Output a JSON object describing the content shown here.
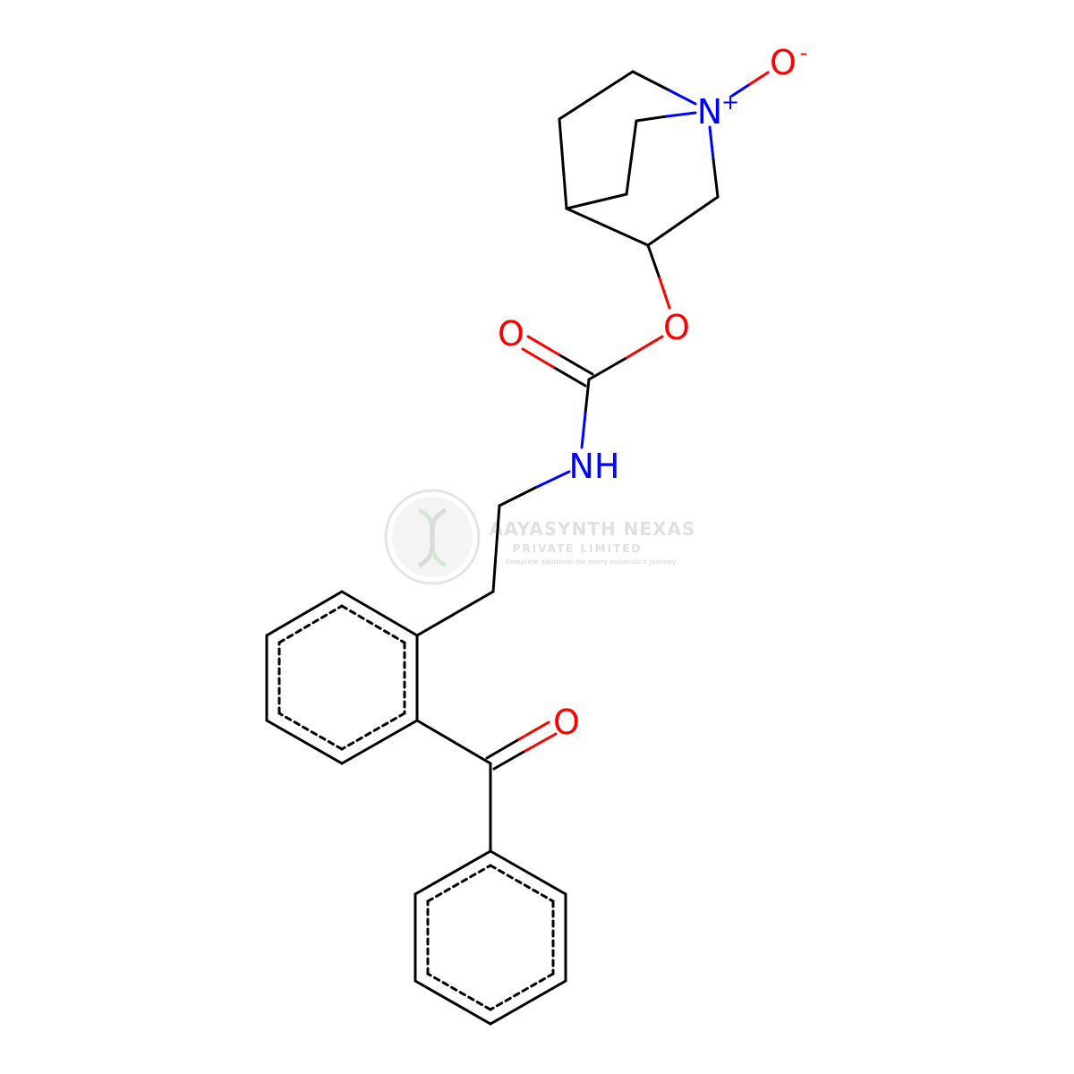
{
  "molecule": {
    "atom_labels": {
      "n_oxide": "N",
      "n_oxide_charge": "+",
      "o_oxide": "O",
      "o_oxide_charge": "-",
      "ester_o": "O",
      "carbamate_carbonyl_o": "O",
      "amide_nh": "NH",
      "ketone_o": "O"
    },
    "colors": {
      "carbon_bond": "#000000",
      "nitrogen": "#0000ff",
      "oxygen": "#ff0000"
    }
  },
  "watermark": {
    "company": "AAYASYNTH NEXAS",
    "subtitle": "PRIVATE LIMITED",
    "tagline": "Complete solutions for every molecule's journey",
    "color": "#c8c8c8"
  }
}
